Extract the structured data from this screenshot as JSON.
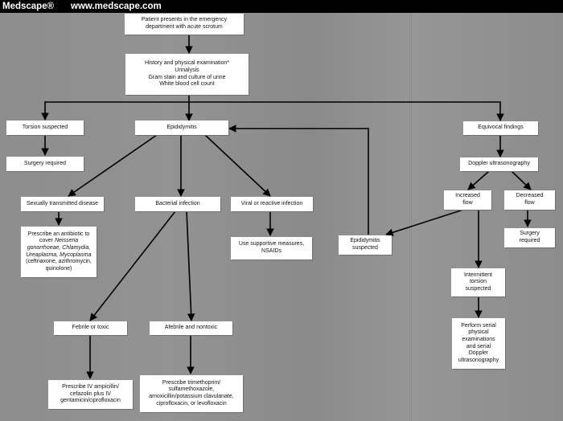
{
  "header": {
    "brand": "Medscape®",
    "url": "www.medscape.com"
  },
  "nodes": {
    "start": [
      "Patient presents in the emergency",
      "department with acute scrotum"
    ],
    "history": [
      "History and physical examination*",
      "Urinalysis",
      "Gram stain and culture of urine",
      "White blood cell count"
    ],
    "torsion": "Torsion suspected",
    "surgery": "Surgery required",
    "epididymitis": "Epididymitis",
    "equivocal": "Equivocal findings",
    "doppler": "Doppler ultrasonography",
    "increased": [
      "Increased",
      "flow"
    ],
    "decreased": [
      "Decreased",
      "flow"
    ],
    "surgery2": [
      "Surgery",
      "required"
    ],
    "intermittent": [
      "Intermittent",
      "torsion",
      "suspected"
    ],
    "serial": [
      "Perform serial",
      "physical",
      "examinations",
      "and serial",
      "Doppler",
      "ultrasonography"
    ],
    "epi_suspected": [
      "Epididymitis",
      "suspected"
    ],
    "std": "Sexually transmitted disease",
    "bacterial": "Bacterial infection",
    "viral": "Viral or reactive infection",
    "std_rx": {
      "l1": "Prescribe an antibiotic to",
      "l2": "cover",
      "l2i": "Neisseria",
      "l3i": "gonorrhoeae,",
      "l3i2": "Chlamydia,",
      "l4i": "Ureaplasma,",
      "l4i2": "Mycoplasma",
      "l5": "(ceftriaxone, azithromycin,",
      "l6": "quinolone)"
    },
    "supportive": [
      "Use supportive measures,",
      "NSAIDs"
    ],
    "febrile": "Febrile or toxic",
    "afebrile": "Afebrile and nontoxic",
    "febrile_rx": [
      "Prescribe IV ampicillin/",
      "cefazolin plus IV",
      "gentamicin/ciprofloxacin"
    ],
    "afebrile_rx": [
      "Prescribe trimethoprim/",
      "sulfamethoxazole,",
      "amoxicillin/potassium clavulanate,",
      "ciprofloxacin, or levofloxacin"
    ]
  }
}
